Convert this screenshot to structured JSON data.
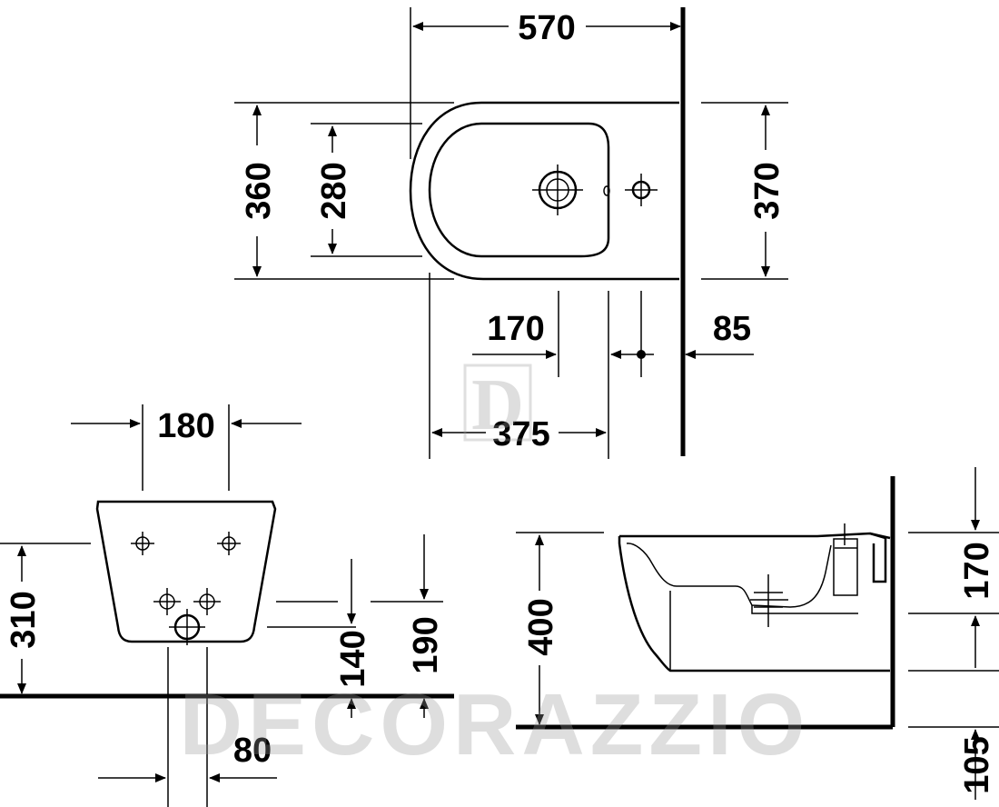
{
  "dimensions": {
    "top_width": "570",
    "top_depth_outer": "360",
    "top_depth_inner": "280",
    "top_depth_right": "370",
    "tap_hole_offset": "170",
    "wall_offset": "85",
    "fixing_distance": "375",
    "rear_fixing_spacing": "180",
    "rear_height": "310",
    "supply_height": "140",
    "drain_height": "190",
    "drain_offset": "80",
    "side_rim_height": "400",
    "side_top_height": "170",
    "side_floor_gap": "105"
  },
  "watermark": {
    "brand": "DECORAZZIO",
    "logo": "D"
  },
  "colors": {
    "line": "#000000",
    "background": "#ffffff",
    "watermark": "#9a9a9a"
  }
}
